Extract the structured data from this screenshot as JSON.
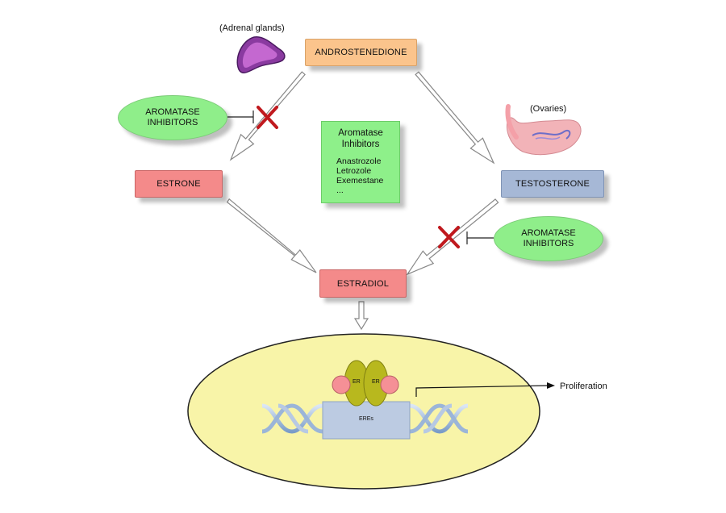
{
  "nodes": {
    "androstenedione": "ANDROSTENEDIONE",
    "estrone": "ESTRONE",
    "testosterone": "TESTOSTERONE",
    "estradiol": "ESTRADIOL"
  },
  "tissues": {
    "adrenal": "(Adrenal glands)",
    "ovaries": "(Ovaries)"
  },
  "inhibitors_left": {
    "line1": "AROMATASE",
    "line2": "INHIBITORS"
  },
  "inhibitors_right": {
    "line1": "AROMATASE",
    "line2": "INHIBITORS"
  },
  "drug_box": {
    "title_line1": "Aromatase",
    "title_line2": "Inhibitors",
    "drugs": [
      "Anastrozole",
      "Letrozole",
      "Exemestane",
      "..."
    ]
  },
  "cell": {
    "receptor_left": "ER",
    "receptor_right": "ER",
    "ere": "EREs",
    "outcome": "Proliferation"
  },
  "colors": {
    "androstenedione": "#fbc48c",
    "estrone": "#f48a8a",
    "testosterone": "#a6b8d6",
    "estradiol": "#f48a8a",
    "inhibitor": "#8fee8a",
    "cell": "#f8f4a8",
    "receptor": "#b8b81e",
    "inhibit_mark": "#c0191e"
  }
}
